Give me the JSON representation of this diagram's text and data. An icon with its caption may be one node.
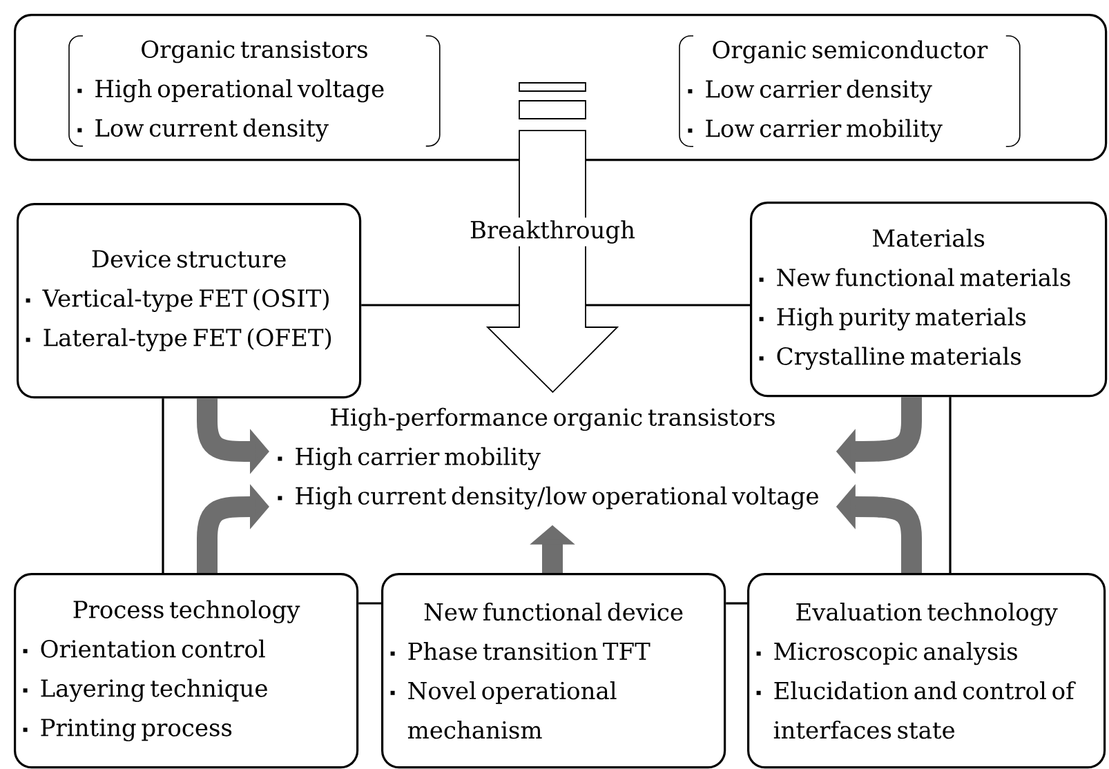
{
  "diagram": {
    "nodes": [
      {
        "text": [],
        "shape": "box"
      },
      {
        "text": [
          "Organic transistors",
          "High operational voltage",
          "Low current density"
        ],
        "in": 0
      },
      {
        "text": [
          "Organic semiconductor",
          "Low carrier density",
          "Low carrier mobility"
        ],
        "in": 0
      },
      {
        "text": [
          "Device structure",
          "Vertical-type FET (OSIT)",
          "Lateral-type FET (OFET)"
        ]
      },
      {
        "text": [
          "Materials",
          "New functional materials",
          "High purity materials",
          "Crystalline materials"
        ]
      },
      {
        "text": [
          "High-performance organic transistors",
          "High carrier mobility",
          "High current density/low operational voltage"
        ]
      },
      {
        "text": [
          "Process technology",
          "Orientation control",
          "Layering technique",
          "Printing process"
        ]
      },
      {
        "text": [
          "New functional device",
          "Phase transition TFT",
          "Novel operational mechanism"
        ]
      },
      {
        "text": [
          "Evaluation technology",
          "Microscopic analysis",
          "Elucidation and control of interfaces state"
        ]
      }
    ],
    "edges": [
      {
        "from": 0,
        "to": 5,
        "arrow": "to",
        "label": "Breakthrough",
        "style": "thick",
        "color": "#ffffff"
      },
      {
        "from": 3,
        "to": 5,
        "arrow": "to",
        "style": "thick",
        "color": "#6e6e6e"
      },
      {
        "from": 6,
        "to": 5,
        "arrow": "to",
        "style": "thick",
        "color": "#6e6e6e"
      },
      {
        "from": 4,
        "to": 5,
        "arrow": "to",
        "style": "thick",
        "color": "#6e6e6e"
      },
      {
        "from": 8,
        "to": 5,
        "arrow": "to",
        "style": "thick",
        "color": "#6e6e6e"
      },
      {
        "from": 7,
        "to": 5,
        "arrow": "to",
        "style": "thick",
        "color": "#6e6e6e"
      },
      {
        "from": 3,
        "to": 4,
        "arrow": "none",
        "color": "#000000"
      },
      {
        "from": 3,
        "to": 6,
        "arrow": "none",
        "color": "#000000"
      },
      {
        "from": 4,
        "to": 8,
        "arrow": "none",
        "color": "#000000"
      },
      {
        "from": 6,
        "to": 7,
        "arrow": "none",
        "color": "#000000"
      },
      {
        "from": 7,
        "to": 8,
        "arrow": "none",
        "color": "#000000"
      }
    ]
  }
}
